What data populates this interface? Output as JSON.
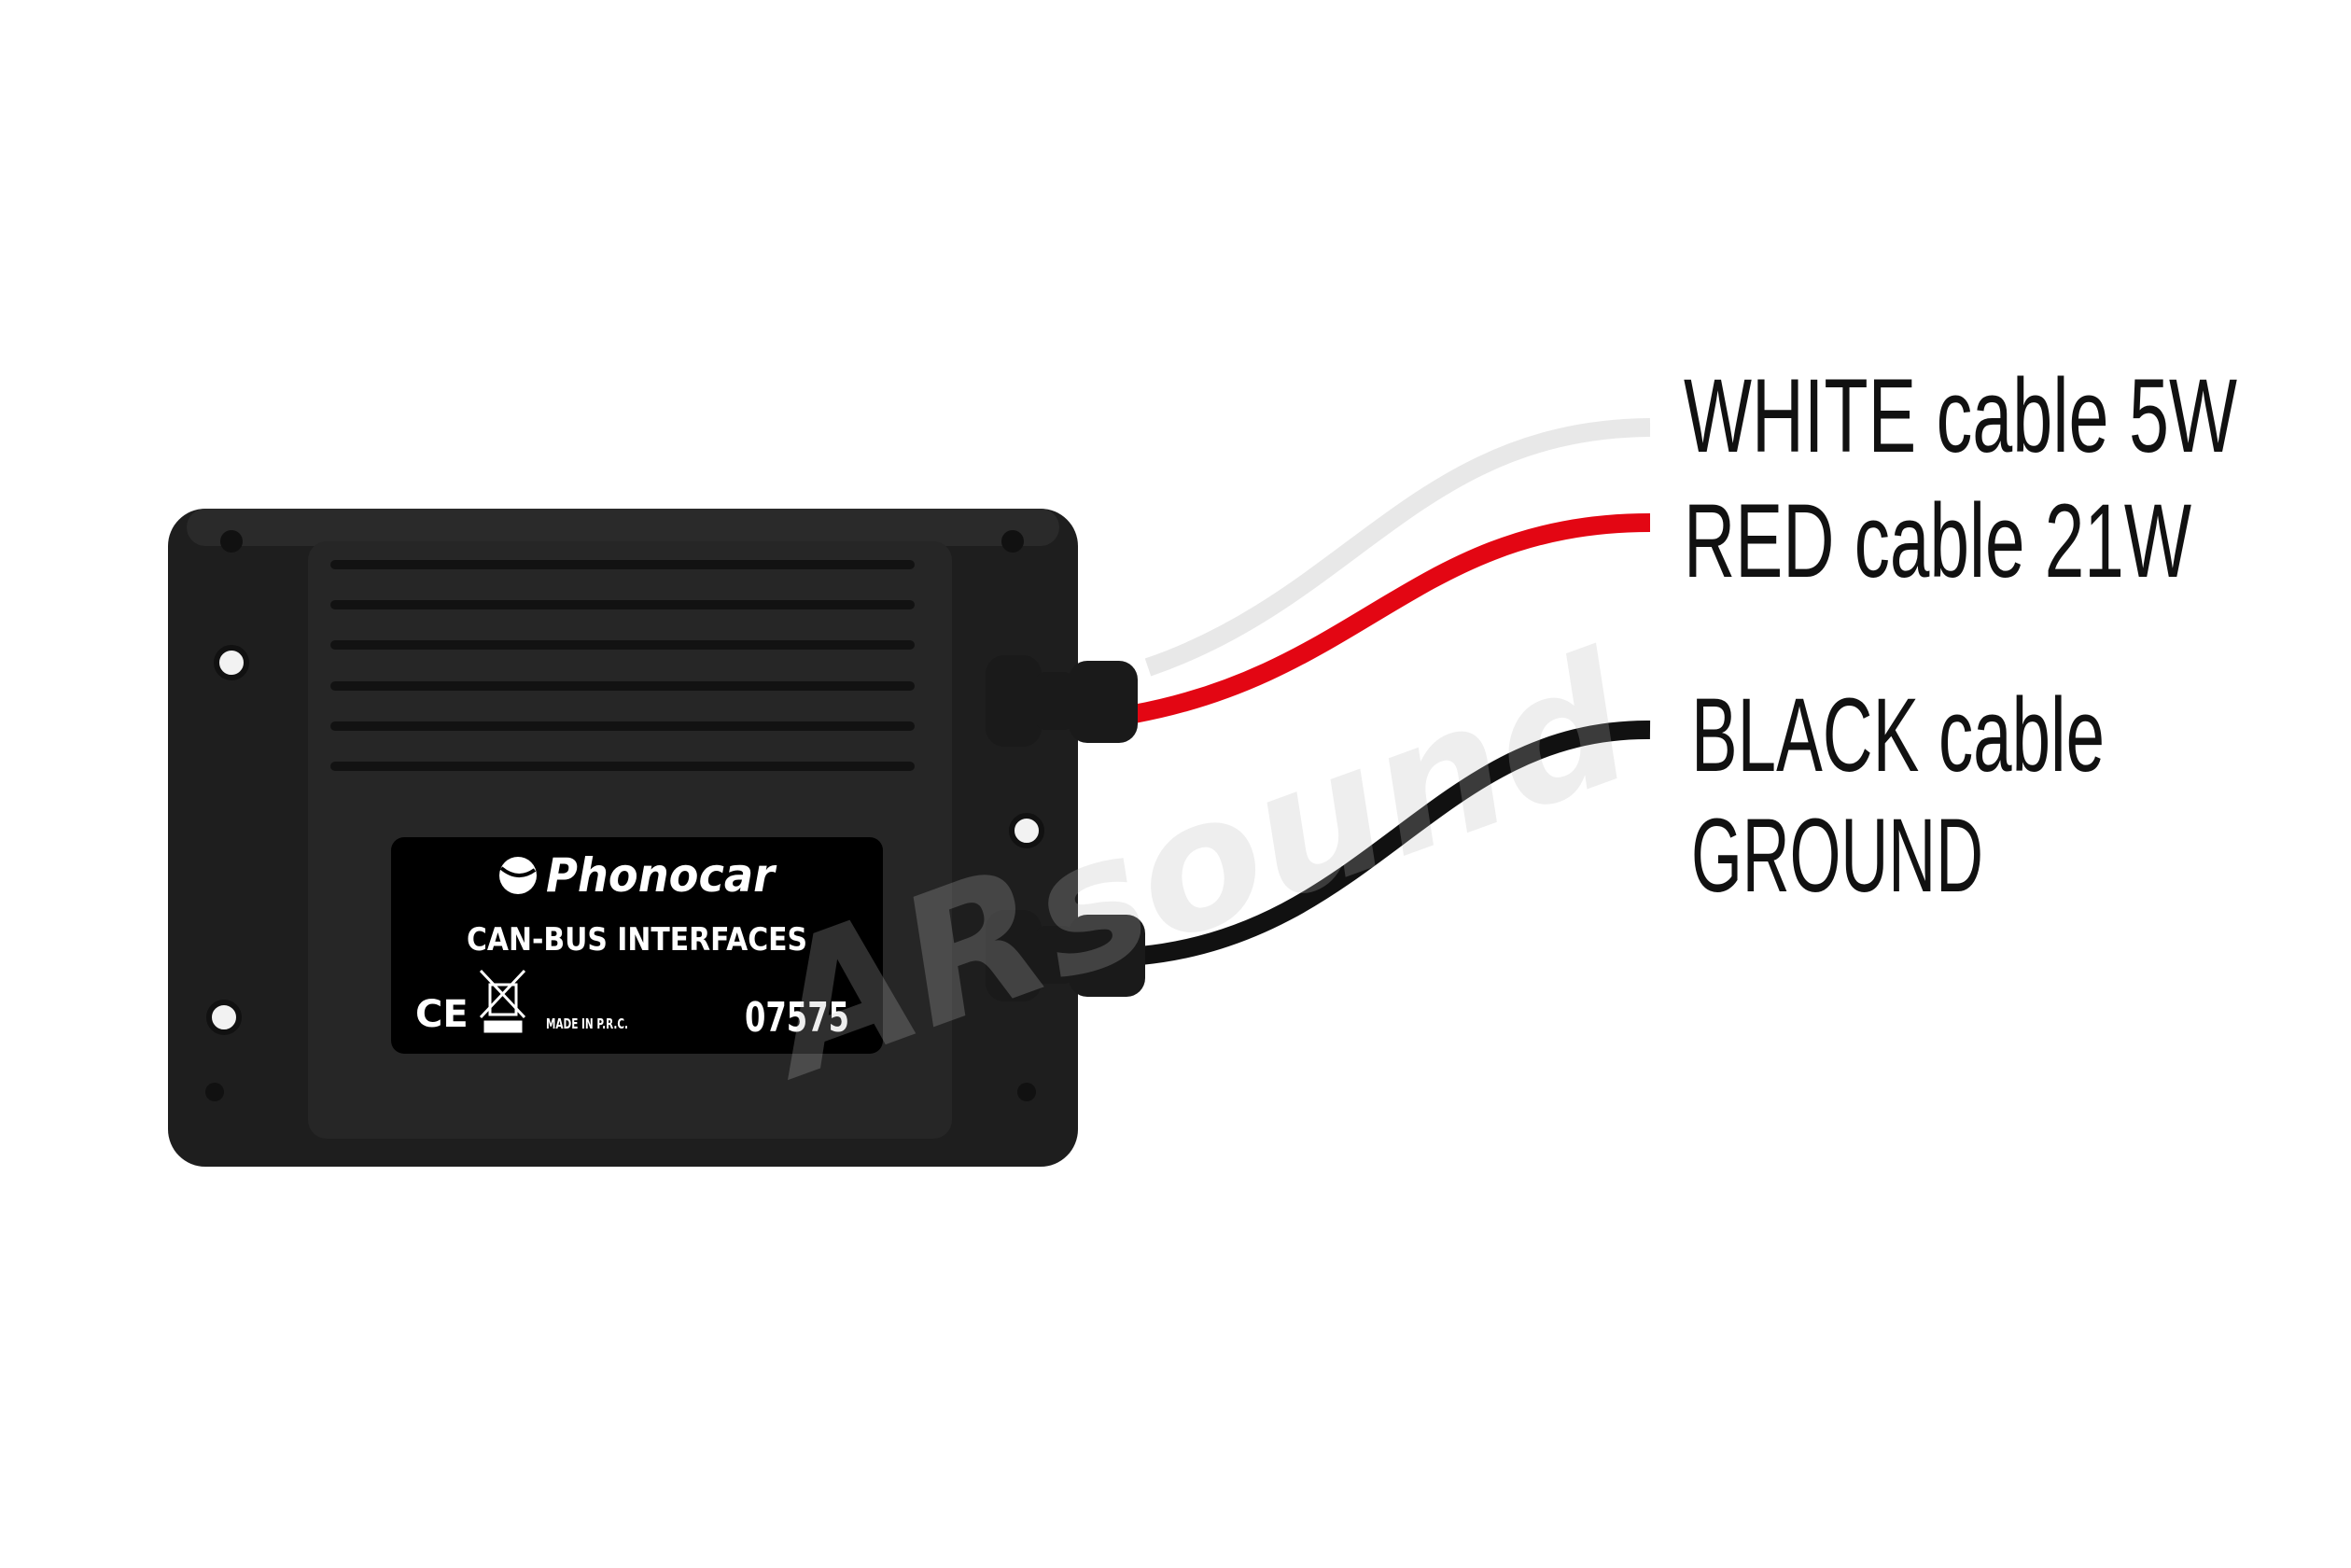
{
  "product": {
    "brand": "Phonocar",
    "subtitle": "CAN-BUS INTERFACES",
    "made_in": "MADE IN P.R.C.",
    "code": "07575",
    "ce_mark": "CE"
  },
  "cables": [
    {
      "label": "WHITE cable 5W",
      "color": "#e6e6e6"
    },
    {
      "label": "RED cable 21W",
      "color": "#e30613"
    },
    {
      "label": "BLACK cable",
      "color": "#111111"
    },
    {
      "label": "GROUND",
      "color": "#111111"
    }
  ],
  "watermark": "ARsound"
}
